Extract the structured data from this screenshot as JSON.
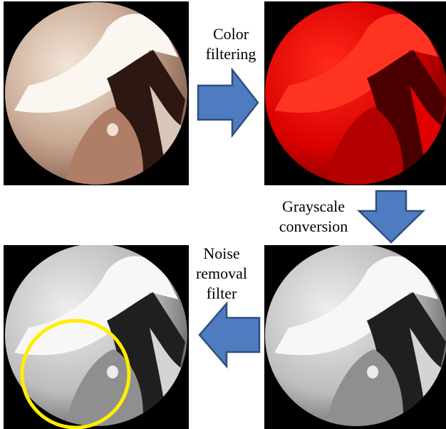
{
  "steps": [
    {
      "label_lines": [
        "Color",
        "filtering"
      ]
    },
    {
      "label_lines": [
        "Grayscale",
        "conversion"
      ]
    },
    {
      "label_lines": [
        "Noise",
        "removal",
        "filter"
      ]
    }
  ],
  "panels": [
    {
      "stage": "original endoscopic image"
    },
    {
      "stage": "color filtered (red channel)"
    },
    {
      "stage": "grayscale image"
    },
    {
      "stage": "noise removed image with highlighted region"
    }
  ],
  "colors": {
    "arrow_fill": "#4f7cc0",
    "arrow_stroke": "#2f4f80",
    "highlight_circle": "#ffee00",
    "frame_bg": "#000000",
    "red_tone": "#d90000"
  }
}
